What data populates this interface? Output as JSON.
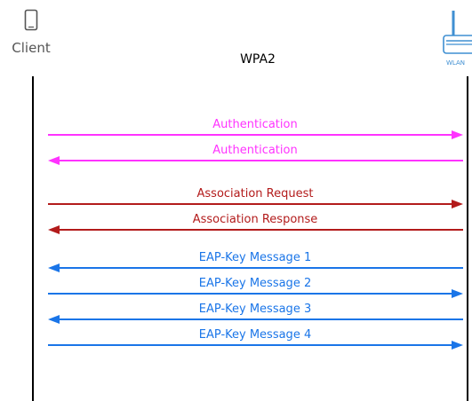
{
  "title": "WPA2",
  "client": {
    "label": "Client",
    "icon": "phone-icon"
  },
  "access_point": {
    "label": "WLAN",
    "icon": "router-icon",
    "color": "#3f8fd2"
  },
  "colors": {
    "lifeline": "#000000",
    "authentication": "#ff33ff",
    "association": "#b31b1b",
    "eap": "#1a75e8"
  },
  "messages": [
    {
      "label": "Authentication",
      "direction": "to-ap",
      "color": "#ff33ff"
    },
    {
      "label": "Authentication",
      "direction": "to-client",
      "color": "#ff33ff"
    },
    {
      "label": "Association Request",
      "direction": "to-ap",
      "color": "#b31b1b"
    },
    {
      "label": "Association Response",
      "direction": "to-client",
      "color": "#b31b1b"
    },
    {
      "label": "EAP-Key Message 1",
      "direction": "to-client",
      "color": "#1a75e8"
    },
    {
      "label": "EAP-Key Message 2",
      "direction": "to-ap",
      "color": "#1a75e8"
    },
    {
      "label": "EAP-Key Message 3",
      "direction": "to-client",
      "color": "#1a75e8"
    },
    {
      "label": "EAP-Key Message 4",
      "direction": "to-ap",
      "color": "#1a75e8"
    }
  ]
}
